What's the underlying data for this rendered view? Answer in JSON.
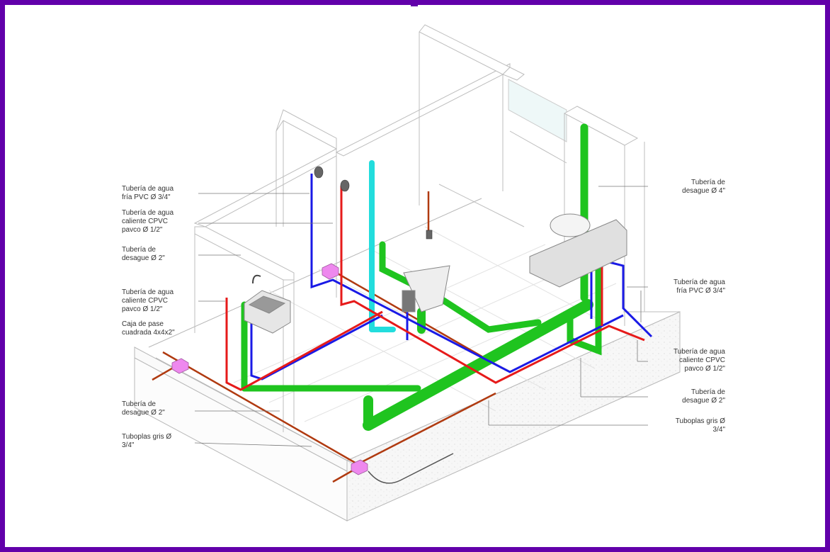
{
  "title": "Isometric plumbing installation diagram - bathroom and kitchen",
  "colors": {
    "frame": "#6200aa",
    "cold_water": "#1a1ae6",
    "hot_water": "#e61a1a",
    "drain": "#22cc22",
    "vent": "#22dddd",
    "conduit": "#b03a10",
    "junction_box": "#ee88ee",
    "wall_lines": "#b8b8b8"
  },
  "legend": {
    "cold_water": "Tubería de agua fría PVC Ø 3/4\"",
    "hot_water": "Tubería de agua caliente CPVC pavco Ø 1/2\"",
    "drain_2": "Tubería de desague Ø 2\"",
    "drain_4": "Tubería de desague Ø 4\"",
    "conduit": "Tuboplas gris Ø 3/4\"",
    "junction_box": "Caja de pase cuadrada 4x4x2\""
  },
  "labels_left": [
    {
      "id": "cold-water",
      "text": "Tubería de agua\nfría PVC Ø 3/4\""
    },
    {
      "id": "hot-water",
      "text": "Tubería de agua\ncaliente CPVC\npavco Ø 1/2\""
    },
    {
      "id": "drain-2-upper",
      "text": "Tubería de\ndesague Ø 2\""
    },
    {
      "id": "hot-water-sink",
      "text": "Tubería de agua\ncaliente CPVC\npavco Ø 1/2\""
    },
    {
      "id": "junction-box",
      "text": "Caja de pase\ncuadrada 4x4x2\""
    },
    {
      "id": "drain-2-lower",
      "text": "Tubería de\ndesague Ø 2\""
    },
    {
      "id": "conduit",
      "text": "Tuboplas gris  Ø\n3/4\""
    }
  ],
  "labels_right": [
    {
      "id": "drain-4",
      "text": "Tubería de\ndesague Ø 4\""
    },
    {
      "id": "cold-water",
      "text": "Tubería de agua\nfría PVC Ø 3/4\""
    },
    {
      "id": "hot-water",
      "text": "Tubería de agua\ncaliente CPVC\npavco Ø 1/2\""
    },
    {
      "id": "drain-2",
      "text": "Tubería de\ndesague Ø 2\""
    },
    {
      "id": "conduit",
      "text": "Tuboplas gris  Ø\n3/4\""
    }
  ]
}
